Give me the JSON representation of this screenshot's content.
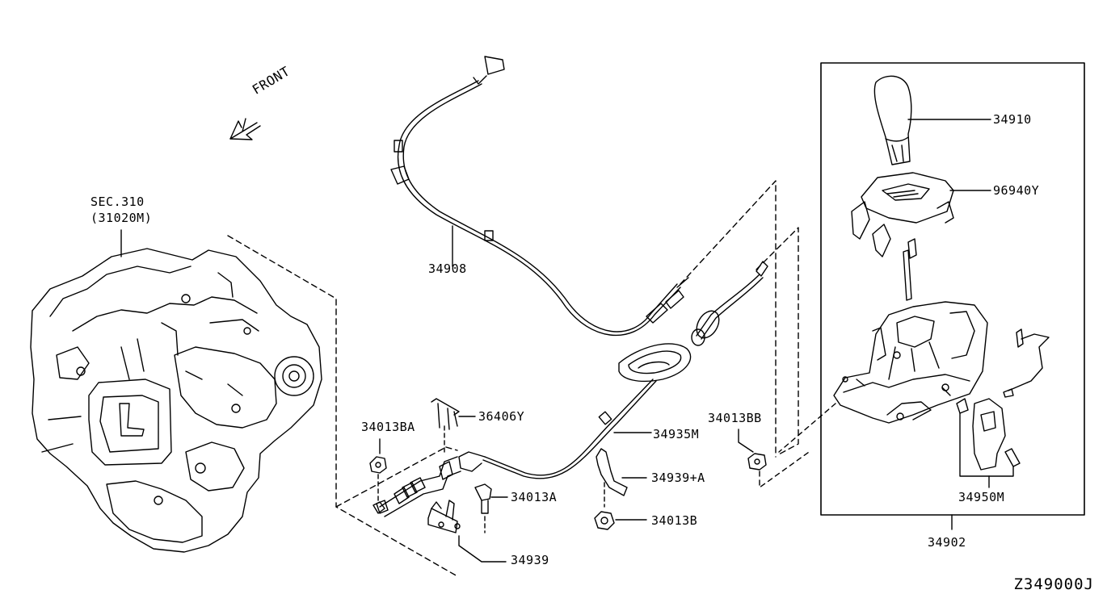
{
  "diagram": {
    "front_label": "FRONT",
    "drawing_code": "Z349000J",
    "section_ref": {
      "line1": "SEC.310",
      "line2": "(31020M)"
    },
    "part_labels": {
      "p34908": "34908",
      "p36406Y": "36406Y",
      "p34013BA": "34013BA",
      "p34935M": "34935M",
      "p34013BB": "34013BB",
      "p34939A": "34939+A",
      "p34013A": "34013A",
      "p34013B": "34013B",
      "p34939": "34939",
      "p34910": "34910",
      "p96940Y": "96940Y",
      "p34950M": "34950M",
      "p34902": "34902"
    },
    "icons": [
      "front-arrow-icon",
      "transmission-icon",
      "shift-knob-icon",
      "indicator-panel-icon",
      "shifter-assembly-icon",
      "control-cable-icon",
      "shift-cable-icon"
    ]
  }
}
